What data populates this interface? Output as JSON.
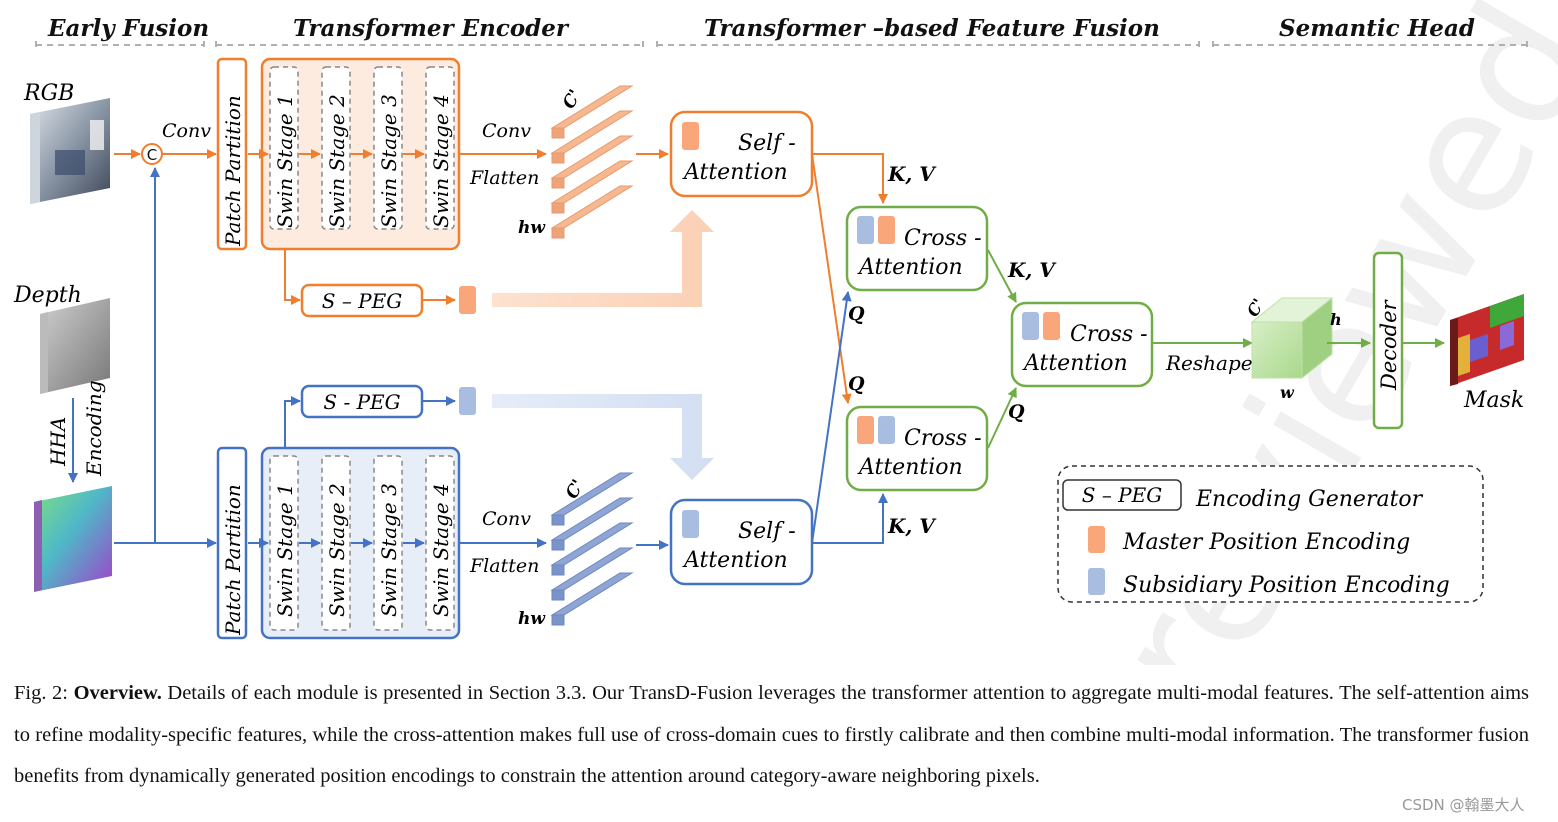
{
  "sections": {
    "early_fusion": "Early Fusion",
    "encoder": "Transformer Encoder",
    "fusion": "Transformer –based Feature Fusion",
    "head": "Semantic Head"
  },
  "inputs": {
    "rgb": "RGB",
    "depth": "Depth",
    "hha": "HHA",
    "encoding": "Encoding",
    "conv": "Conv",
    "concat_symbol": "C"
  },
  "encoder": {
    "patch_partition": "Patch Partition",
    "stages": [
      "Swin Stage 1",
      "Swin Stage 2",
      "Swin Stage 3",
      "Swin Stage 4"
    ],
    "conv": "Conv",
    "flatten": "Flatten",
    "c_label": "C'",
    "hw_label": "hw",
    "speg": "S – PEG",
    "speg_lower": "S - PEG"
  },
  "fusion": {
    "self_attention_1": "Self -",
    "self_attention_2": "Attention",
    "cross_attention_1": "Cross -",
    "cross_attention_2": "Attention",
    "kv": "K, V",
    "q": "Q"
  },
  "head": {
    "reshape": "Reshape",
    "c_label": "C'",
    "h_label": "h",
    "w_label": "w",
    "decoder": "Decoder",
    "mask": "Mask"
  },
  "legend": {
    "speg": "S – PEG",
    "encoding_generator": "Encoding Generator",
    "master": "Master Position Encoding",
    "subsidiary": "Subsidiary Position Encoding"
  },
  "caption": {
    "fig": "Fig. 2:",
    "title": "Overview.",
    "text": "Details of each module is presented in Section 3.3. Our TransD-Fusion leverages the transformer attention to aggregate multi-modal features. The self-attention aims to refine modality-specific features, while the cross-attention makes full use of cross-domain cues to firstly calibrate and then combine multi-modal information. The transformer fusion benefits from dynamically generated position encodings to constrain the attention around category-aware neighboring pixels."
  },
  "watermark": "CSDN @翰墨大人",
  "colors": {
    "orange": "#ef7f2e",
    "orange_fill": "#f9a77a",
    "blue": "#4472c4",
    "blue_fill": "#a8bde0",
    "green": "#70ad47"
  }
}
